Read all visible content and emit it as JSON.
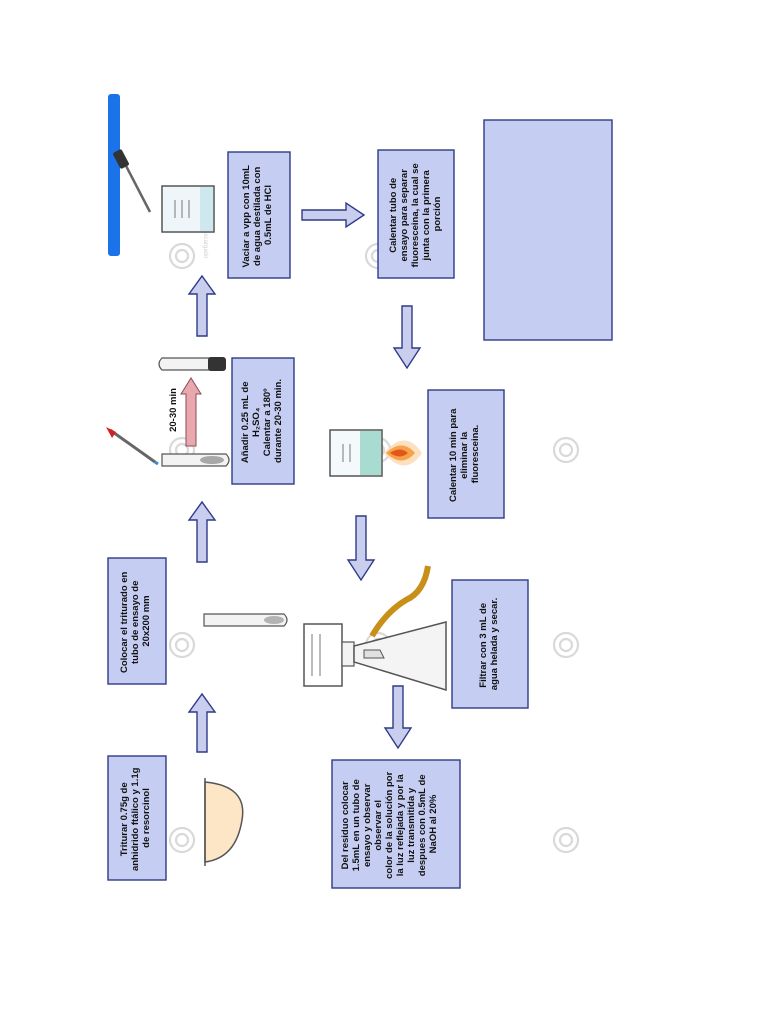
{
  "steps": {
    "s1": [
      "Triturar 0.75g de",
      "anhidrido ftálico y 1.1g",
      "de resorcinol"
    ],
    "s2": [
      "Colocar el triturado en",
      "tubo de ensayo de",
      "20x200 mm"
    ],
    "s3": [
      "Añadir 0.25 mL de",
      "H₂SO₄",
      "Calentar a 180º",
      "durante 20-30 min."
    ],
    "s4": [
      "Vaciar a vpp con 10mL",
      "de agua destilada con",
      "0.5mL de HCl"
    ],
    "s5": [
      "Calentar tubo de",
      "ensayo para separar",
      "fluoresceina, la cual se",
      "junta con la primera",
      "porción"
    ],
    "s6": [
      "Calentar 10 min para",
      "eliminar la",
      "fluoresceina."
    ],
    "s7": [
      "Filtrar con 3 mL de",
      "agua helada y secar."
    ],
    "s8": [
      "Del residuo colocar",
      "1.5mL  en un tubo de",
      "ensayo y observar",
      "observar el",
      "color de la solución por",
      "la luz reflejada y por la",
      "luz transmitida y",
      "despues con 0.5mL de",
      "NaOH al 20%"
    ]
  },
  "time_label": "20-30 min",
  "colors": {
    "box_fill": "#c6cdf2",
    "box_stroke": "#2f3b86",
    "side_bar": "#1a73e8",
    "mortar": "#fde6c6",
    "solution": "#a8dcd0",
    "flame": "#f7a24a",
    "tube_band": "#e2a0a6",
    "hose": "#c8901a"
  },
  "icons": [
    "mortar-icon",
    "test-tube-icon",
    "dropper-icon",
    "beaker-icon",
    "flame-icon",
    "filter-funnel-icon",
    "watermark-logo"
  ]
}
